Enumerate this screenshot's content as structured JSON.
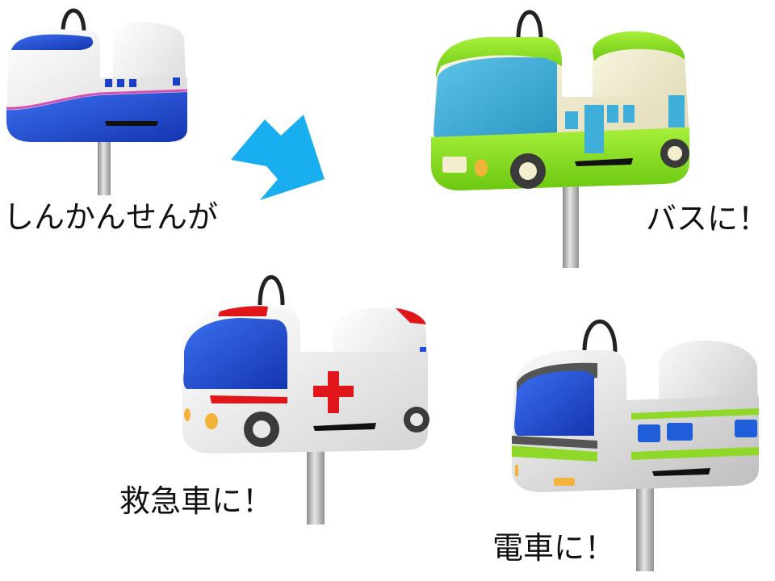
{
  "captions": {
    "shinkansen": "しんかんせんが",
    "bus": "バスに！",
    "ambulance": "救急車に！",
    "train": "電車に！"
  },
  "colors": {
    "arrow": "#19aef0",
    "shinkansen_blue": "#1a3fc9",
    "shinkansen_stripe": "#d64fb4",
    "bus_green": "#8ee020",
    "bus_cream": "#f3efce",
    "bus_window": "#3faed8",
    "ambulance_red": "#e0161a",
    "ambulance_blue": "#1f4fd6",
    "train_green": "#8fd82a",
    "train_blue": "#1f5ed8",
    "pole": "#b8b8b8",
    "handle": "#222222"
  },
  "icons": [
    "right-arrow-icon",
    "red-cross-icon"
  ]
}
